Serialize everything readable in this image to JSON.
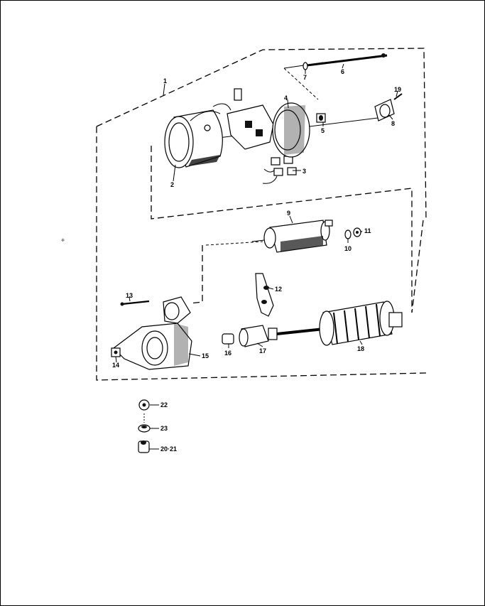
{
  "labels": {
    "l1": "1",
    "l2": "2",
    "l3": "3",
    "l4": "4",
    "l5": "5",
    "l6": "6",
    "l7": "7",
    "l8": "8",
    "l9": "9",
    "l10": "10",
    "l11": "11",
    "l12": "12",
    "l13": "13",
    "l14": "14",
    "l15": "15",
    "l16": "16",
    "l17": "17",
    "l18": "18",
    "l19": "19",
    "l20_21": "20·21",
    "l22": "22",
    "l23": "23"
  },
  "colors": {
    "ink": "#000000",
    "paper": "#ffffff"
  }
}
